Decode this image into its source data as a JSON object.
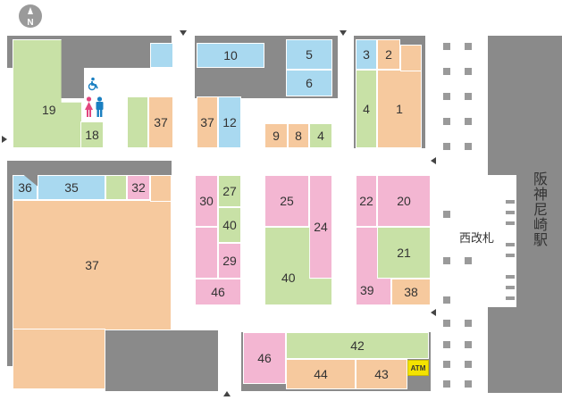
{
  "compass": {
    "label": "N"
  },
  "station": {
    "label": "阪神尼崎駅"
  },
  "gate": {
    "label": "西改札"
  },
  "atm": {
    "label": "ATM"
  },
  "icons": {
    "wheelchair": "wheelchair-icon",
    "restroom_female": "female-restroom-icon",
    "restroom_male": "male-restroom-icon"
  },
  "colors": {
    "green": "#c8e1a6",
    "orange": "#f6c99e",
    "blue": "#a9d9f0",
    "pink": "#f3b6d2",
    "wall": "#8a8a8a",
    "atm": "#f4e300"
  },
  "shops": {
    "s1": "1",
    "s2": "2",
    "s3": "3",
    "s4a": "4",
    "s4b": "4",
    "s5": "5",
    "s6": "6",
    "s8": "8",
    "s9": "9",
    "s10": "10",
    "s12": "12",
    "s18": "18",
    "s19": "19",
    "s20": "20",
    "s21": "21",
    "s22": "22",
    "s24": "24",
    "s25": "25",
    "s27": "27",
    "s29": "29",
    "s30": "30",
    "s32": "32",
    "s35": "35",
    "s36": "36",
    "s37a": "37",
    "s37b": "37",
    "s37c": "37",
    "s38": "38",
    "s39": "39",
    "s40a": "40",
    "s40b": "40",
    "s42": "42",
    "s43": "43",
    "s44": "44",
    "s46a": "46",
    "s46b": "46"
  }
}
